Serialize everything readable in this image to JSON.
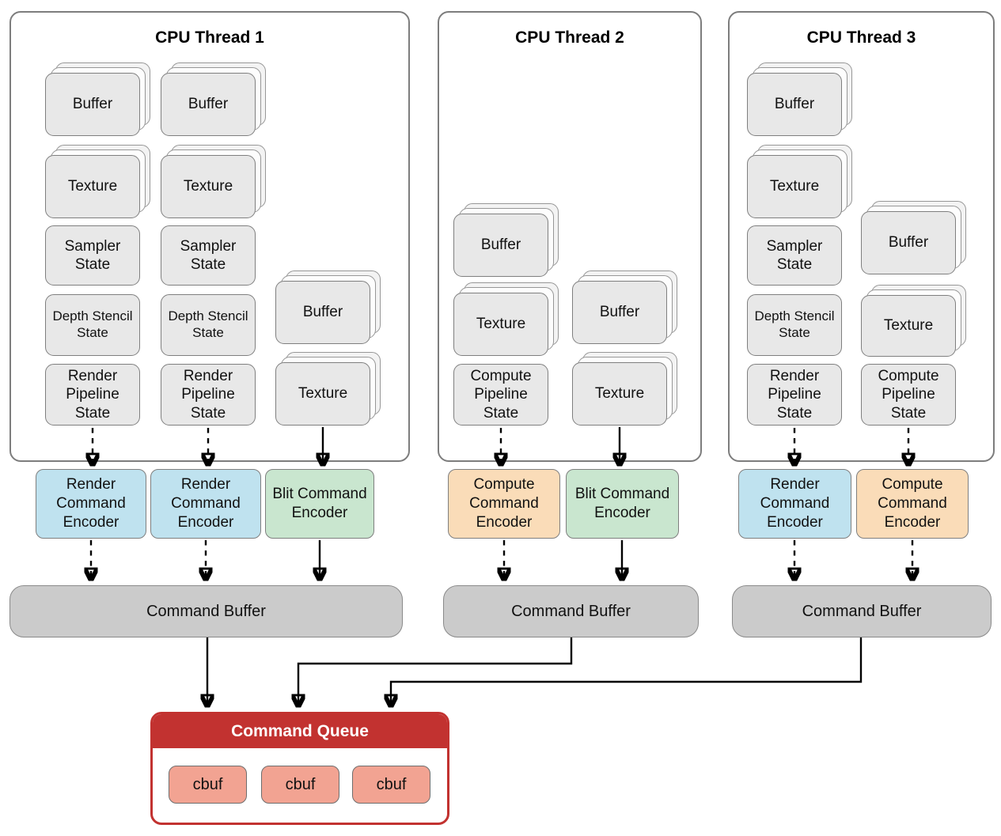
{
  "threads": [
    {
      "title": "CPU Thread 1",
      "objects": [
        "Buffer",
        "Buffer",
        "Texture",
        "Texture",
        "Sampler State",
        "Sampler State",
        "Depth Stencil State",
        "Depth Stencil State",
        "Render Pipeline State",
        "Render Pipeline State",
        "Buffer",
        "Texture"
      ],
      "encoders": [
        {
          "label": "Render Command Encoder",
          "type": "render"
        },
        {
          "label": "Render Command Encoder",
          "type": "render"
        },
        {
          "label": "Blit Command Encoder",
          "type": "blit"
        }
      ],
      "command_buffer": "Command Buffer"
    },
    {
      "title": "CPU Thread 2",
      "objects": [
        "Buffer",
        "Texture",
        "Compute Pipeline State",
        "Buffer",
        "Texture"
      ],
      "encoders": [
        {
          "label": "Compute Command Encoder",
          "type": "compute"
        },
        {
          "label": "Blit Command Encoder",
          "type": "blit"
        }
      ],
      "command_buffer": "Command Buffer"
    },
    {
      "title": "CPU Thread 3",
      "objects": [
        "Buffer",
        "Texture",
        "Sampler State",
        "Depth Stencil State",
        "Render Pipeline State",
        "Buffer",
        "Texture",
        "Compute Pipeline State"
      ],
      "encoders": [
        {
          "label": "Render Command Encoder",
          "type": "render"
        },
        {
          "label": "Compute Command Encoder",
          "type": "compute"
        }
      ],
      "command_buffer": "Command Buffer"
    }
  ],
  "command_queue": {
    "title": "Command Queue",
    "items": [
      "cbuf",
      "cbuf",
      "cbuf"
    ]
  },
  "colors": {
    "object_box": "#e8e8e8",
    "render_encoder": "#bfe2ef",
    "blit_encoder": "#c9e6cf",
    "compute_encoder": "#fadcb8",
    "command_buffer": "#cbcbcb",
    "queue_red": "#c23230",
    "cbuf_fill": "#f2a392",
    "arrow": "#000000"
  }
}
